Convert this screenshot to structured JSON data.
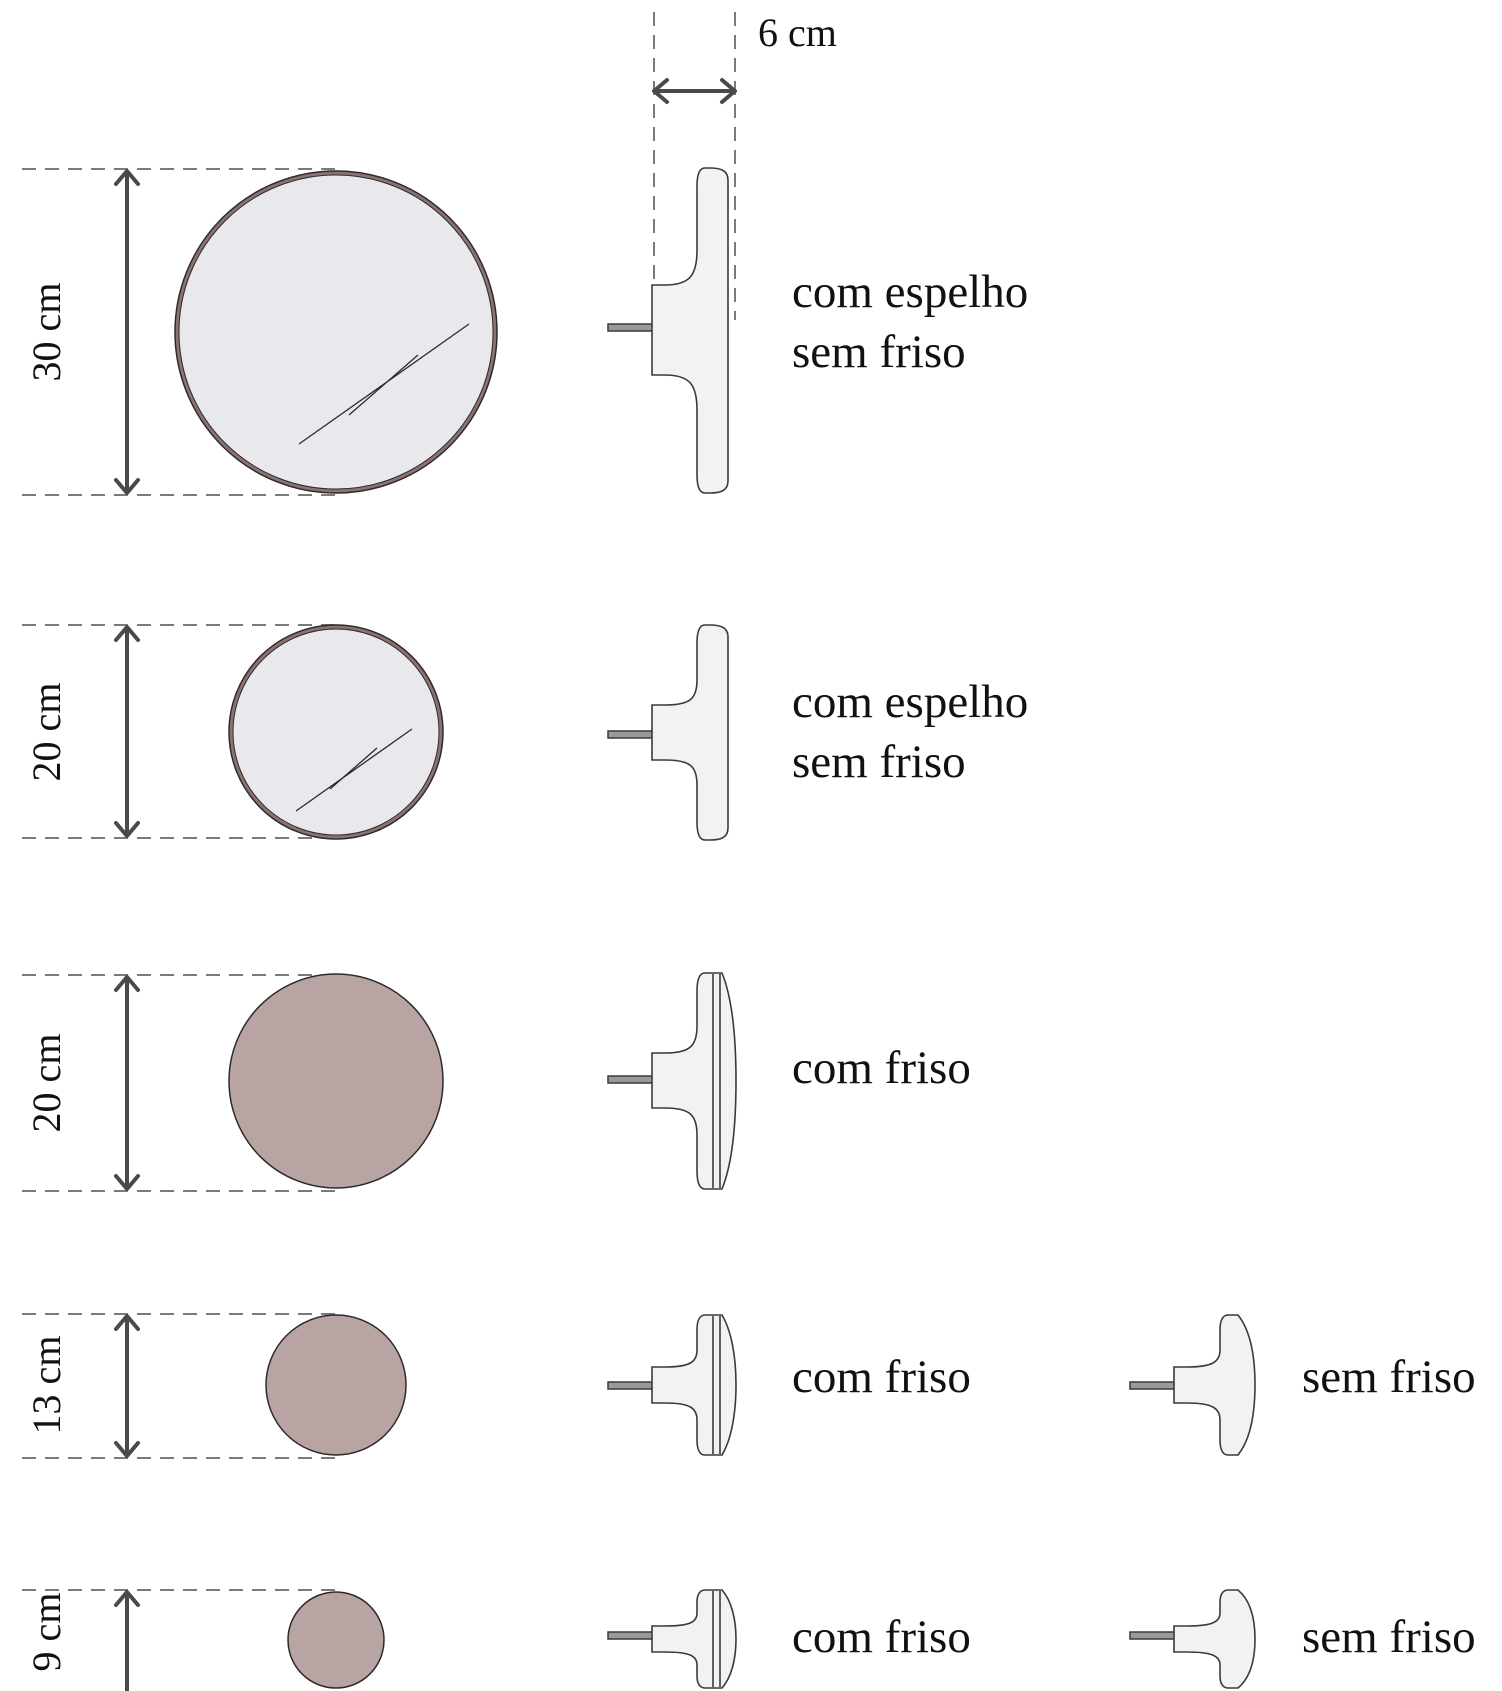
{
  "depth_dimension": {
    "label": "6 cm"
  },
  "rows": [
    {
      "height_label": "30 cm",
      "face": "mirror",
      "profile": "plain",
      "label_lines": [
        "com espelho",
        "sem friso"
      ]
    },
    {
      "height_label": "20 cm",
      "face": "mirror",
      "profile": "plain",
      "label_lines": [
        "com espelho",
        "sem friso"
      ]
    },
    {
      "height_label": "20 cm",
      "face": "solid",
      "profile": "grooved",
      "label_lines": [
        "com friso"
      ]
    },
    {
      "height_label": "13 cm",
      "face": "solid",
      "profile": "grooved",
      "label_lines": [
        "com friso"
      ],
      "alt_profile": "plain",
      "alt_label": "sem friso"
    },
    {
      "height_label": "9 cm",
      "face": "solid",
      "profile": "grooved",
      "label_lines": [
        "com friso"
      ],
      "alt_profile": "plain",
      "alt_label": "sem friso"
    }
  ],
  "colors": {
    "mirror_rim": "#8b7371",
    "mirror_glass": "#e9e8ec",
    "solid_face": "#b8a5a3",
    "outline": "#2f2a2a",
    "profile_fill": "#f2f2f2",
    "rod": "#9a9a9a",
    "dimension": "#4a4a4a",
    "guide_dash": "#7a7a7a",
    "text": "#111111"
  }
}
